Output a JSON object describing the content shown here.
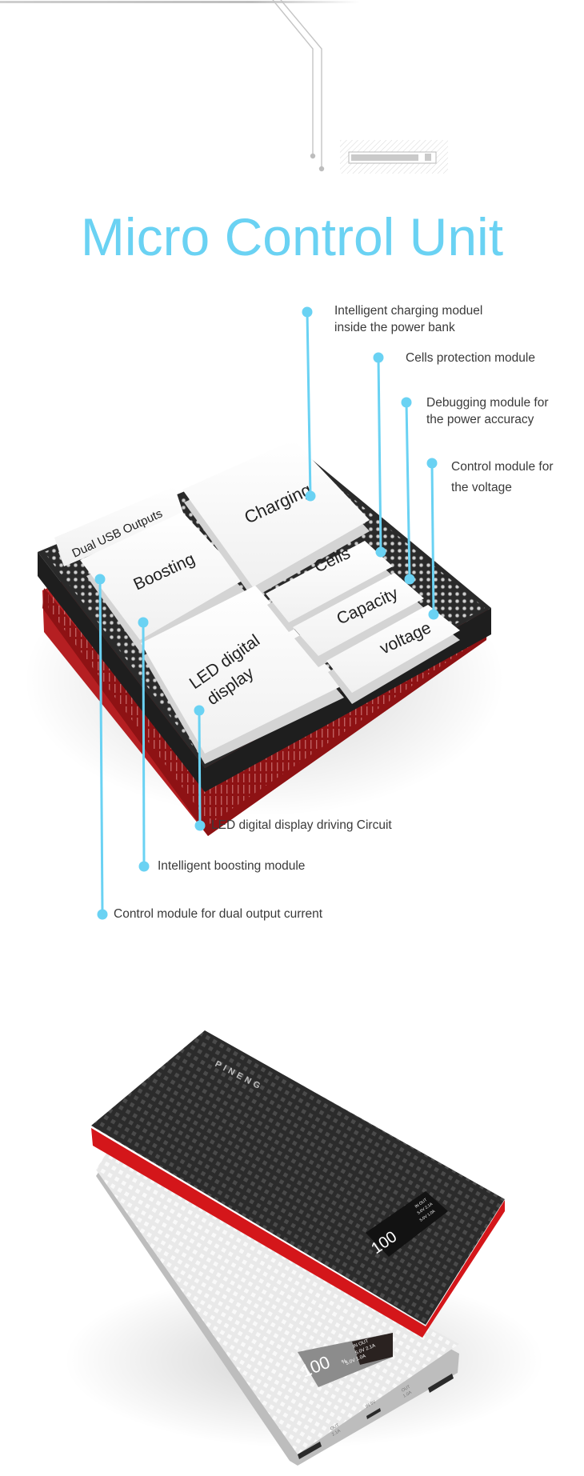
{
  "title": "Micro Control Unit",
  "accent_color": "#6ad2f3",
  "chip": {
    "modules": [
      {
        "id": "dual-usb",
        "label": "Dual USB Outputs"
      },
      {
        "id": "boosting",
        "label": "Boosting"
      },
      {
        "id": "charging",
        "label": "Charging"
      },
      {
        "id": "cells",
        "label": "Cells"
      },
      {
        "id": "capacity",
        "label": "Capacity"
      },
      {
        "id": "voltage",
        "label": "voltage"
      },
      {
        "id": "led",
        "label_line1": "LED digital",
        "label_line2": "display"
      }
    ]
  },
  "callouts": {
    "charging": {
      "line1": "Intelligent charging moduel",
      "line2": "inside the power bank"
    },
    "cells": {
      "line1": "Cells protection module"
    },
    "capacity": {
      "line1": "Debugging module for",
      "line2": "the power accuracy"
    },
    "voltage": {
      "line1": "Control module for",
      "line2": "the  voltage"
    },
    "led": {
      "line1": "LED digital display driving Circuit"
    },
    "boosting": {
      "line1": "Intelligent boosting module"
    },
    "dual_usb": {
      "line1": "Control module for dual output current"
    }
  },
  "product": {
    "brand": "PINENG",
    "display": {
      "percent_value": "100",
      "percent_sign": "%",
      "header": "IN  OUT",
      "row1": "5.0V 2.1A",
      "row2": "5.0V 1.0A"
    },
    "ports": {
      "out_left": {
        "line1": "OUT",
        "line2": "2.1A"
      },
      "input": "IN 5V",
      "out_right": {
        "line1": "OUT",
        "line2": "1.0A"
      }
    }
  }
}
